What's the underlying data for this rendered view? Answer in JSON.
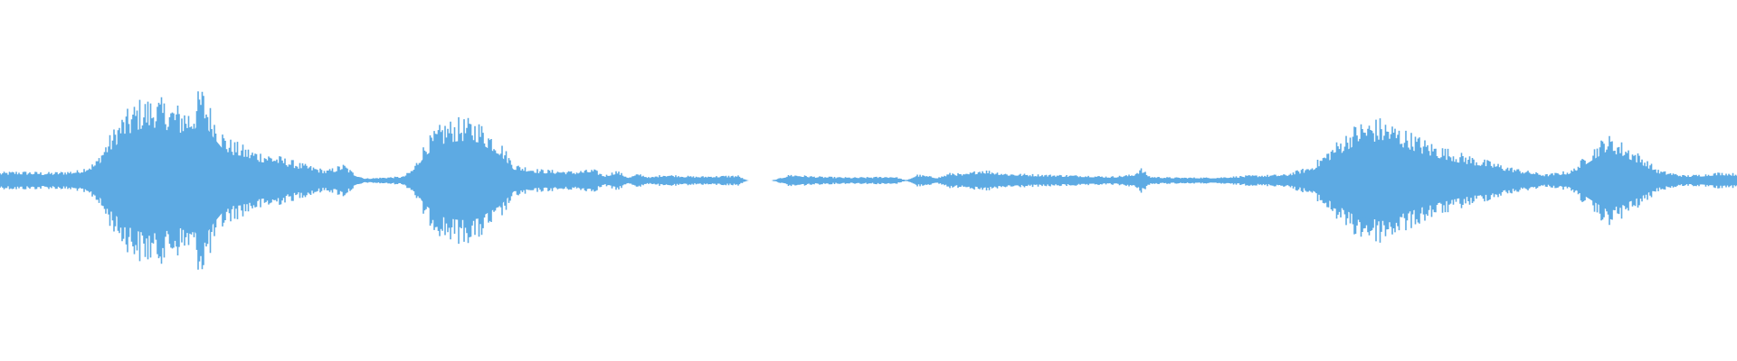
{
  "waveform": {
    "color": "#5DAAE3",
    "background": "#FFFFFF",
    "envelope": [
      [
        0.0,
        0.08
      ],
      [
        0.01,
        0.09
      ],
      [
        0.03,
        0.08
      ],
      [
        0.045,
        0.1
      ],
      [
        0.055,
        0.18
      ],
      [
        0.062,
        0.4
      ],
      [
        0.07,
        0.62
      ],
      [
        0.08,
        0.78
      ],
      [
        0.09,
        0.8
      ],
      [
        0.1,
        0.74
      ],
      [
        0.11,
        0.7
      ],
      [
        0.116,
        0.92
      ],
      [
        0.122,
        0.68
      ],
      [
        0.13,
        0.42
      ],
      [
        0.145,
        0.3
      ],
      [
        0.16,
        0.24
      ],
      [
        0.175,
        0.16
      ],
      [
        0.188,
        0.1
      ],
      [
        0.198,
        0.16
      ],
      [
        0.204,
        0.07
      ],
      [
        0.21,
        0.02
      ],
      [
        0.22,
        0.03
      ],
      [
        0.232,
        0.04
      ],
      [
        0.238,
        0.12
      ],
      [
        0.245,
        0.38
      ],
      [
        0.255,
        0.56
      ],
      [
        0.265,
        0.6
      ],
      [
        0.275,
        0.58
      ],
      [
        0.288,
        0.38
      ],
      [
        0.296,
        0.16
      ],
      [
        0.31,
        0.11
      ],
      [
        0.33,
        0.09
      ],
      [
        0.342,
        0.11
      ],
      [
        0.348,
        0.05
      ],
      [
        0.355,
        0.1
      ],
      [
        0.362,
        0.03
      ],
      [
        0.368,
        0.07
      ],
      [
        0.374,
        0.03
      ],
      [
        0.382,
        0.06
      ],
      [
        0.4,
        0.04
      ],
      [
        0.425,
        0.05
      ],
      [
        0.43,
        0.0
      ],
      [
        0.445,
        0.0
      ],
      [
        0.455,
        0.06
      ],
      [
        0.47,
        0.04
      ],
      [
        0.49,
        0.03
      ],
      [
        0.515,
        0.04
      ],
      [
        0.522,
        0.0
      ],
      [
        0.528,
        0.06
      ],
      [
        0.54,
        0.03
      ],
      [
        0.548,
        0.08
      ],
      [
        0.555,
        0.06
      ],
      [
        0.565,
        0.11
      ],
      [
        0.58,
        0.07
      ],
      [
        0.6,
        0.06
      ],
      [
        0.625,
        0.05
      ],
      [
        0.64,
        0.04
      ],
      [
        0.652,
        0.06
      ],
      [
        0.657,
        0.12
      ],
      [
        0.662,
        0.04
      ],
      [
        0.675,
        0.03
      ],
      [
        0.7,
        0.03
      ],
      [
        0.72,
        0.05
      ],
      [
        0.74,
        0.06
      ],
      [
        0.755,
        0.14
      ],
      [
        0.77,
        0.38
      ],
      [
        0.782,
        0.56
      ],
      [
        0.795,
        0.6
      ],
      [
        0.808,
        0.5
      ],
      [
        0.822,
        0.38
      ],
      [
        0.838,
        0.28
      ],
      [
        0.855,
        0.2
      ],
      [
        0.872,
        0.12
      ],
      [
        0.89,
        0.06
      ],
      [
        0.905,
        0.1
      ],
      [
        0.915,
        0.28
      ],
      [
        0.925,
        0.44
      ],
      [
        0.935,
        0.36
      ],
      [
        0.945,
        0.24
      ],
      [
        0.955,
        0.1
      ],
      [
        0.97,
        0.05
      ],
      [
        0.98,
        0.06
      ],
      [
        0.99,
        0.08
      ],
      [
        1.0,
        0.07
      ]
    ]
  }
}
